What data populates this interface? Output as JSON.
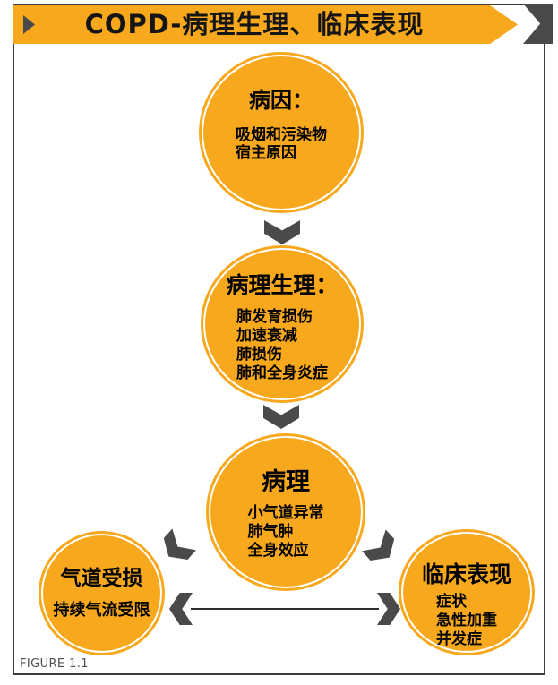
{
  "header": {
    "title": "COPD-病理生理、临床表现"
  },
  "nodes": [
    {
      "title": "病因：",
      "lines": [
        "吸烟和污染物",
        "宿主原因"
      ]
    },
    {
      "title": "病理生理：",
      "lines": [
        "肺发育损伤",
        "加速衰减",
        "肺损伤",
        "肺和全身炎症"
      ]
    },
    {
      "title": "病理",
      "lines": [
        "小气道异常",
        "肺气肿",
        "全身效应"
      ]
    },
    {
      "title": "气道受损",
      "lines": [
        "持续气流受限"
      ]
    },
    {
      "title": "临床表现",
      "lines": [
        "症状",
        "急性加重",
        "并发症"
      ]
    }
  ],
  "footer": {
    "caption": "FIGURE 1.1"
  },
  "colors": {
    "orange": "#F7A81D",
    "dark_gray": "#4A4A4A",
    "border_gray": "#3D3D3D",
    "caption_gray": "#4F4F4F"
  }
}
